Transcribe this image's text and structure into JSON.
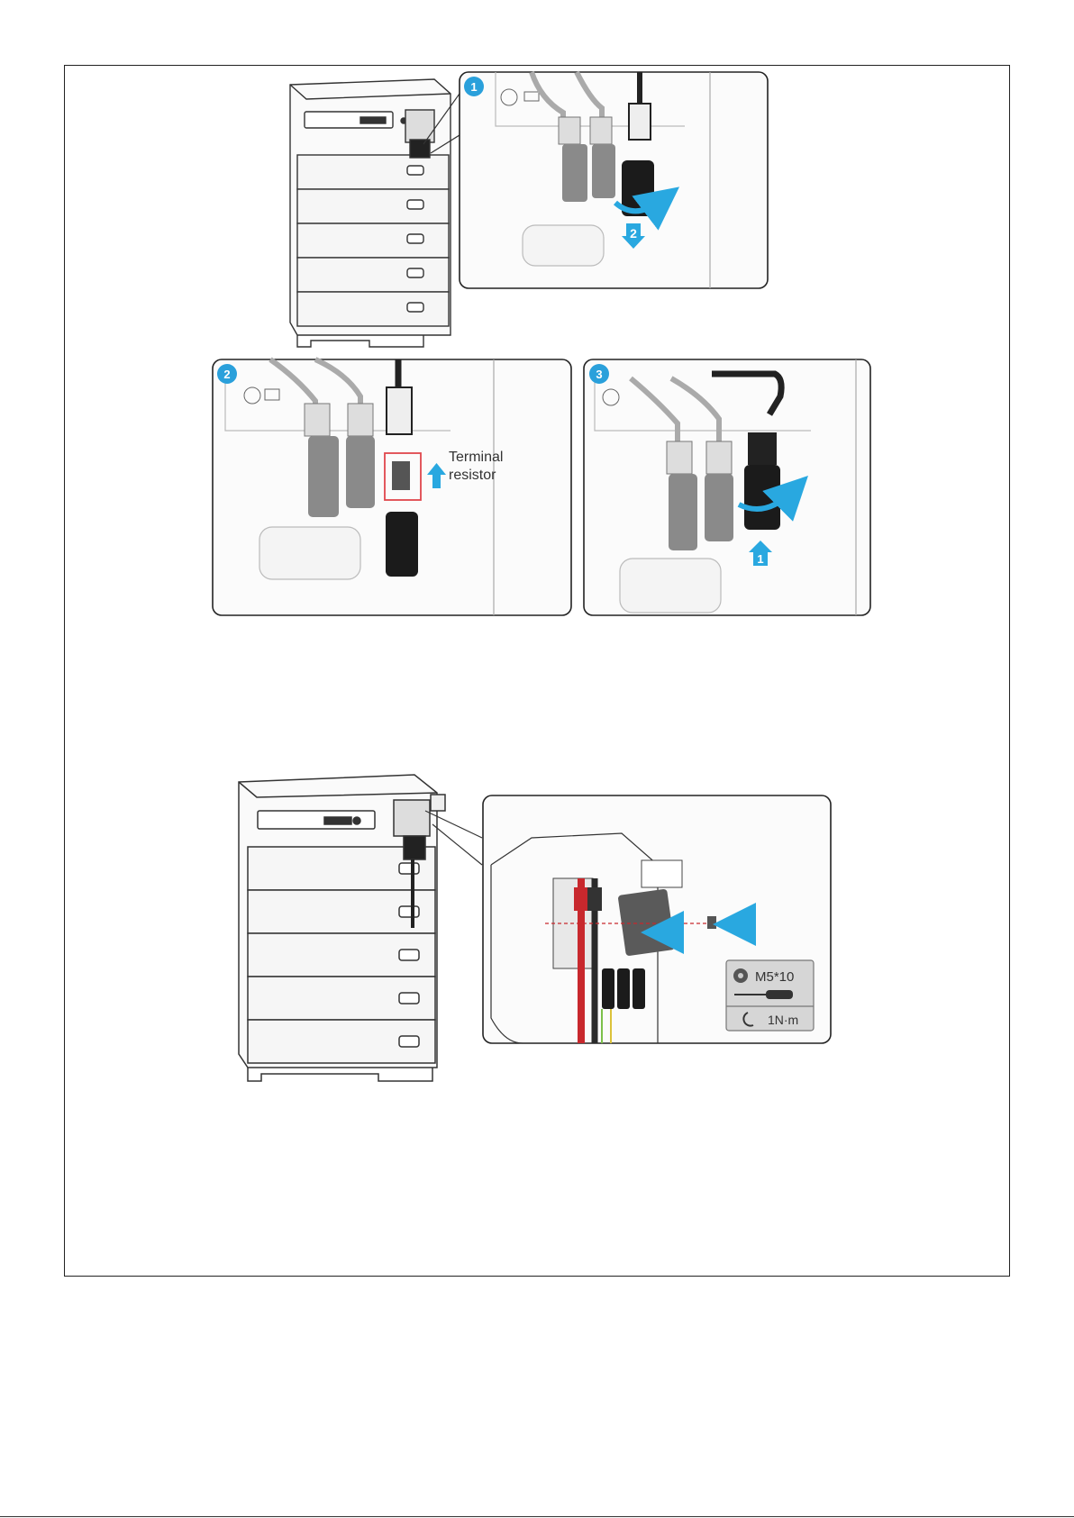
{
  "steps": [
    {
      "badge": "1",
      "arrow_number": "2"
    },
    {
      "badge": "2"
    },
    {
      "badge": "3",
      "arrow_number": "1"
    }
  ],
  "labels": {
    "terminal_line1": "Terminal",
    "terminal_line2": "resistor"
  },
  "spec": {
    "screw": "M5*10",
    "torque": "1N·m"
  },
  "colors": {
    "accent": "#29a8e0",
    "badge": "#2aa0db",
    "highlight": "#e0474c",
    "cable_red": "#c8282d"
  }
}
